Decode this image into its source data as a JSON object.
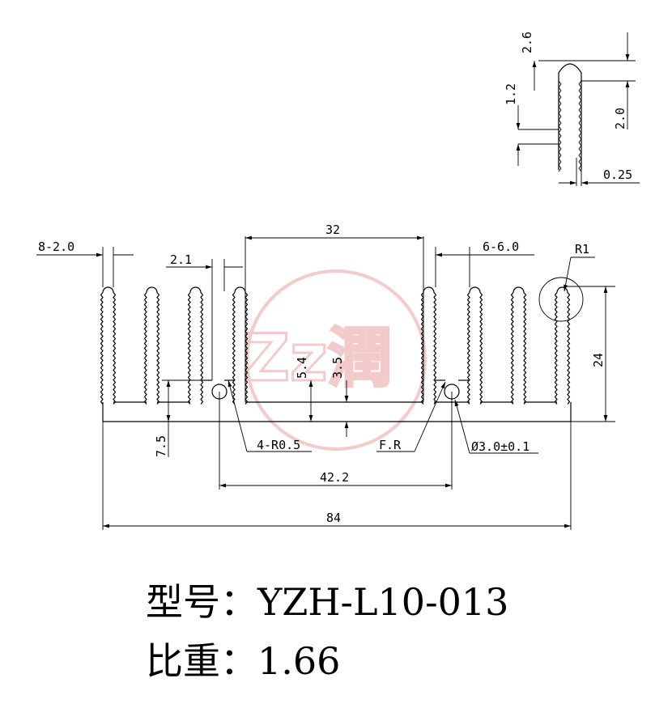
{
  "dimensions": {
    "fin_count": "8-2.0",
    "fin_gap": "2.1",
    "center_width": "32",
    "fin_count_right": "6-6.0",
    "tip_radius": "R1",
    "height": "24",
    "depth_a": "5.4",
    "depth_b": "3.5",
    "base": "7.5",
    "corner_radius": "4-R0.5",
    "fillet": "F.R",
    "hole": "Ø3.0±0.1",
    "hole_span": "42.2",
    "total_width": "84"
  },
  "detail": {
    "top": "2.6",
    "left": "1.2",
    "right": "2.0",
    "tooth": "0.25"
  },
  "watermark": {
    "text": "Zz潤",
    "color": "#e8a0a0"
  },
  "labels": {
    "model": "型号：YZH-L10-013",
    "weight": "比重：1.66"
  }
}
